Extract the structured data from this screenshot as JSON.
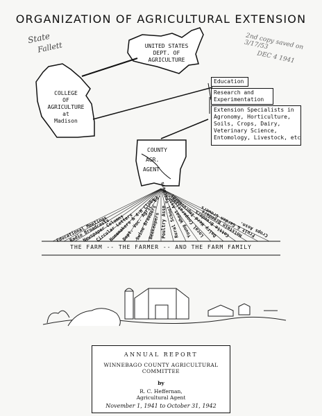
{
  "title": "ORGANIZATION OF AGRICULTURAL EXTENSION",
  "handwriting": {
    "left_line1": "State",
    "left_line2": "Fallett",
    "right_line1": "2nd copy saved on 3/17/53",
    "right_line2": "DEC 4 1941"
  },
  "usda": {
    "line1": "UNITED STATES",
    "line2": "DEPT. OF",
    "line3": "AGRICULTURE"
  },
  "college": {
    "line1": "COLLEGE",
    "line2": "OF",
    "line3": "AGRICULTURE",
    "line4": "at",
    "line5": "Madison"
  },
  "boxes": {
    "education": "Education",
    "research_line1": "Research and",
    "research_line2": "Experimentation",
    "specialists": [
      "Extension Specialists in",
      "Agronomy, Horticulture,",
      "Soils, Crops, Dairy,",
      "Veterinary Science,",
      "Entomology, Livestock, etc."
    ]
  },
  "county": {
    "line1": "COUNTY",
    "line2": "AGR.",
    "line3": "AGENT"
  },
  "rays": [
    "Educational Meetings",
    "Radio Broadcasts",
    "Newspaper Columns",
    "Circular Letters",
    "Homemakers & 4-H Clubs",
    "Dept. Voc. Agric. Ed.",
    "Swine Breeders",
    "Beekeepers",
    "Poultry Assn.",
    "Rural School Teachers",
    "Young Wheat Assn.",
    "Local Cooperatives",
    "Dairy Herd Improvement",
    "Cattle Breeders",
    "Holstein Breeders",
    "Fruit & Garden Growers",
    "Crops Assn."
  ],
  "farm_line": "THE FARM -- THE FARMER -- AND THE FARM FAMILY",
  "report": {
    "line1": "ANNUAL REPORT",
    "line2": "WINNEBAGO COUNTY AGRICULTURAL COMMITTEE",
    "line3": "by",
    "line4": "R. C. Heffernan,",
    "line5": "Agricultural Agent",
    "line6": "November 1, 1941 to October 31, 1942"
  }
}
